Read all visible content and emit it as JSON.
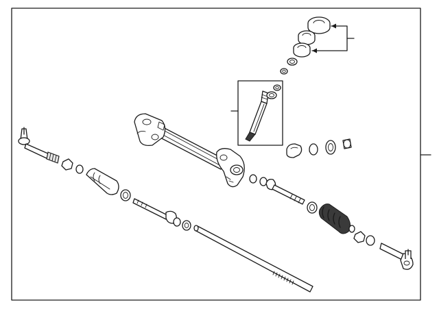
{
  "diagram": {
    "subject": "steering-gear-rack-and-pinion-assembly",
    "border": "single-rule-frame",
    "callout_lines": 3
  }
}
